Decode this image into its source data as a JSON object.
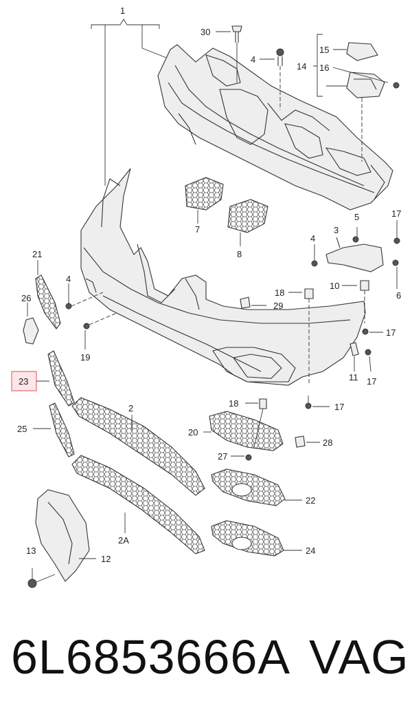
{
  "callouts": {
    "c1": "1",
    "c2": "2",
    "c2a": "2A",
    "c3": "3",
    "c4a": "4",
    "c4b": "4",
    "c4c": "4",
    "c5": "5",
    "c6": "6",
    "c7": "7",
    "c8": "8",
    "c10": "10",
    "c11": "11",
    "c12": "12",
    "c13": "13",
    "c14": "14",
    "c15": "15",
    "c16": "16",
    "c17a": "17",
    "c17b": "17",
    "c17c": "17",
    "c17d": "17",
    "c18a": "18",
    "c18b": "18",
    "c19": "19",
    "c20": "20",
    "c21": "21",
    "c22": "22",
    "c23": "23",
    "c24": "24",
    "c25": "25",
    "c26": "26",
    "c27": "27",
    "c28": "28",
    "c29": "29",
    "c30": "30"
  },
  "highlight_color": "#e06a78",
  "footer": {
    "part_number": "6L6853666A",
    "brand": "VAG"
  }
}
